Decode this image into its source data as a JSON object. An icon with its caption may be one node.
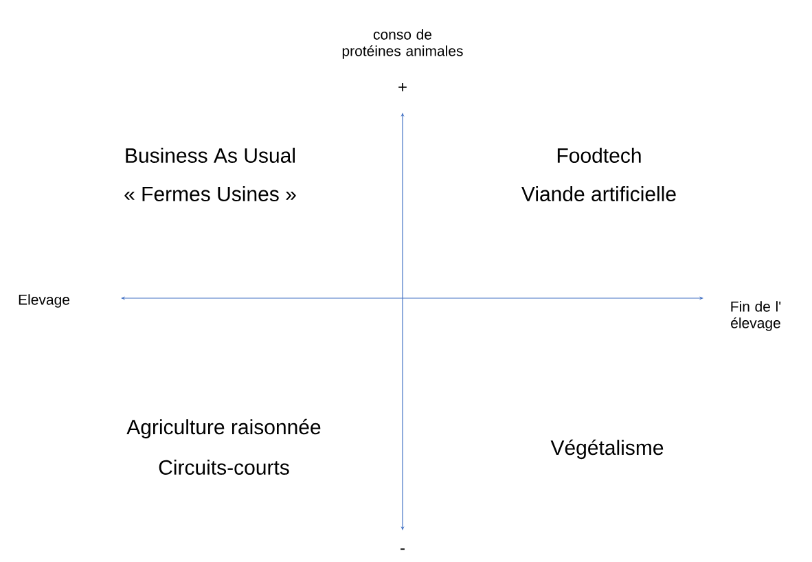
{
  "diagram": {
    "labels": [
      "conso de protéines animales",
      "+",
      "Business As Usual",
      "« Fermes Usines »",
      "Foodtech",
      "Viande artificielle",
      "Elevage",
      "Fin de l' élevage",
      "Agriculture raisonnée",
      "Circuits-courts",
      "Végétalisme",
      "-"
    ]
  }
}
